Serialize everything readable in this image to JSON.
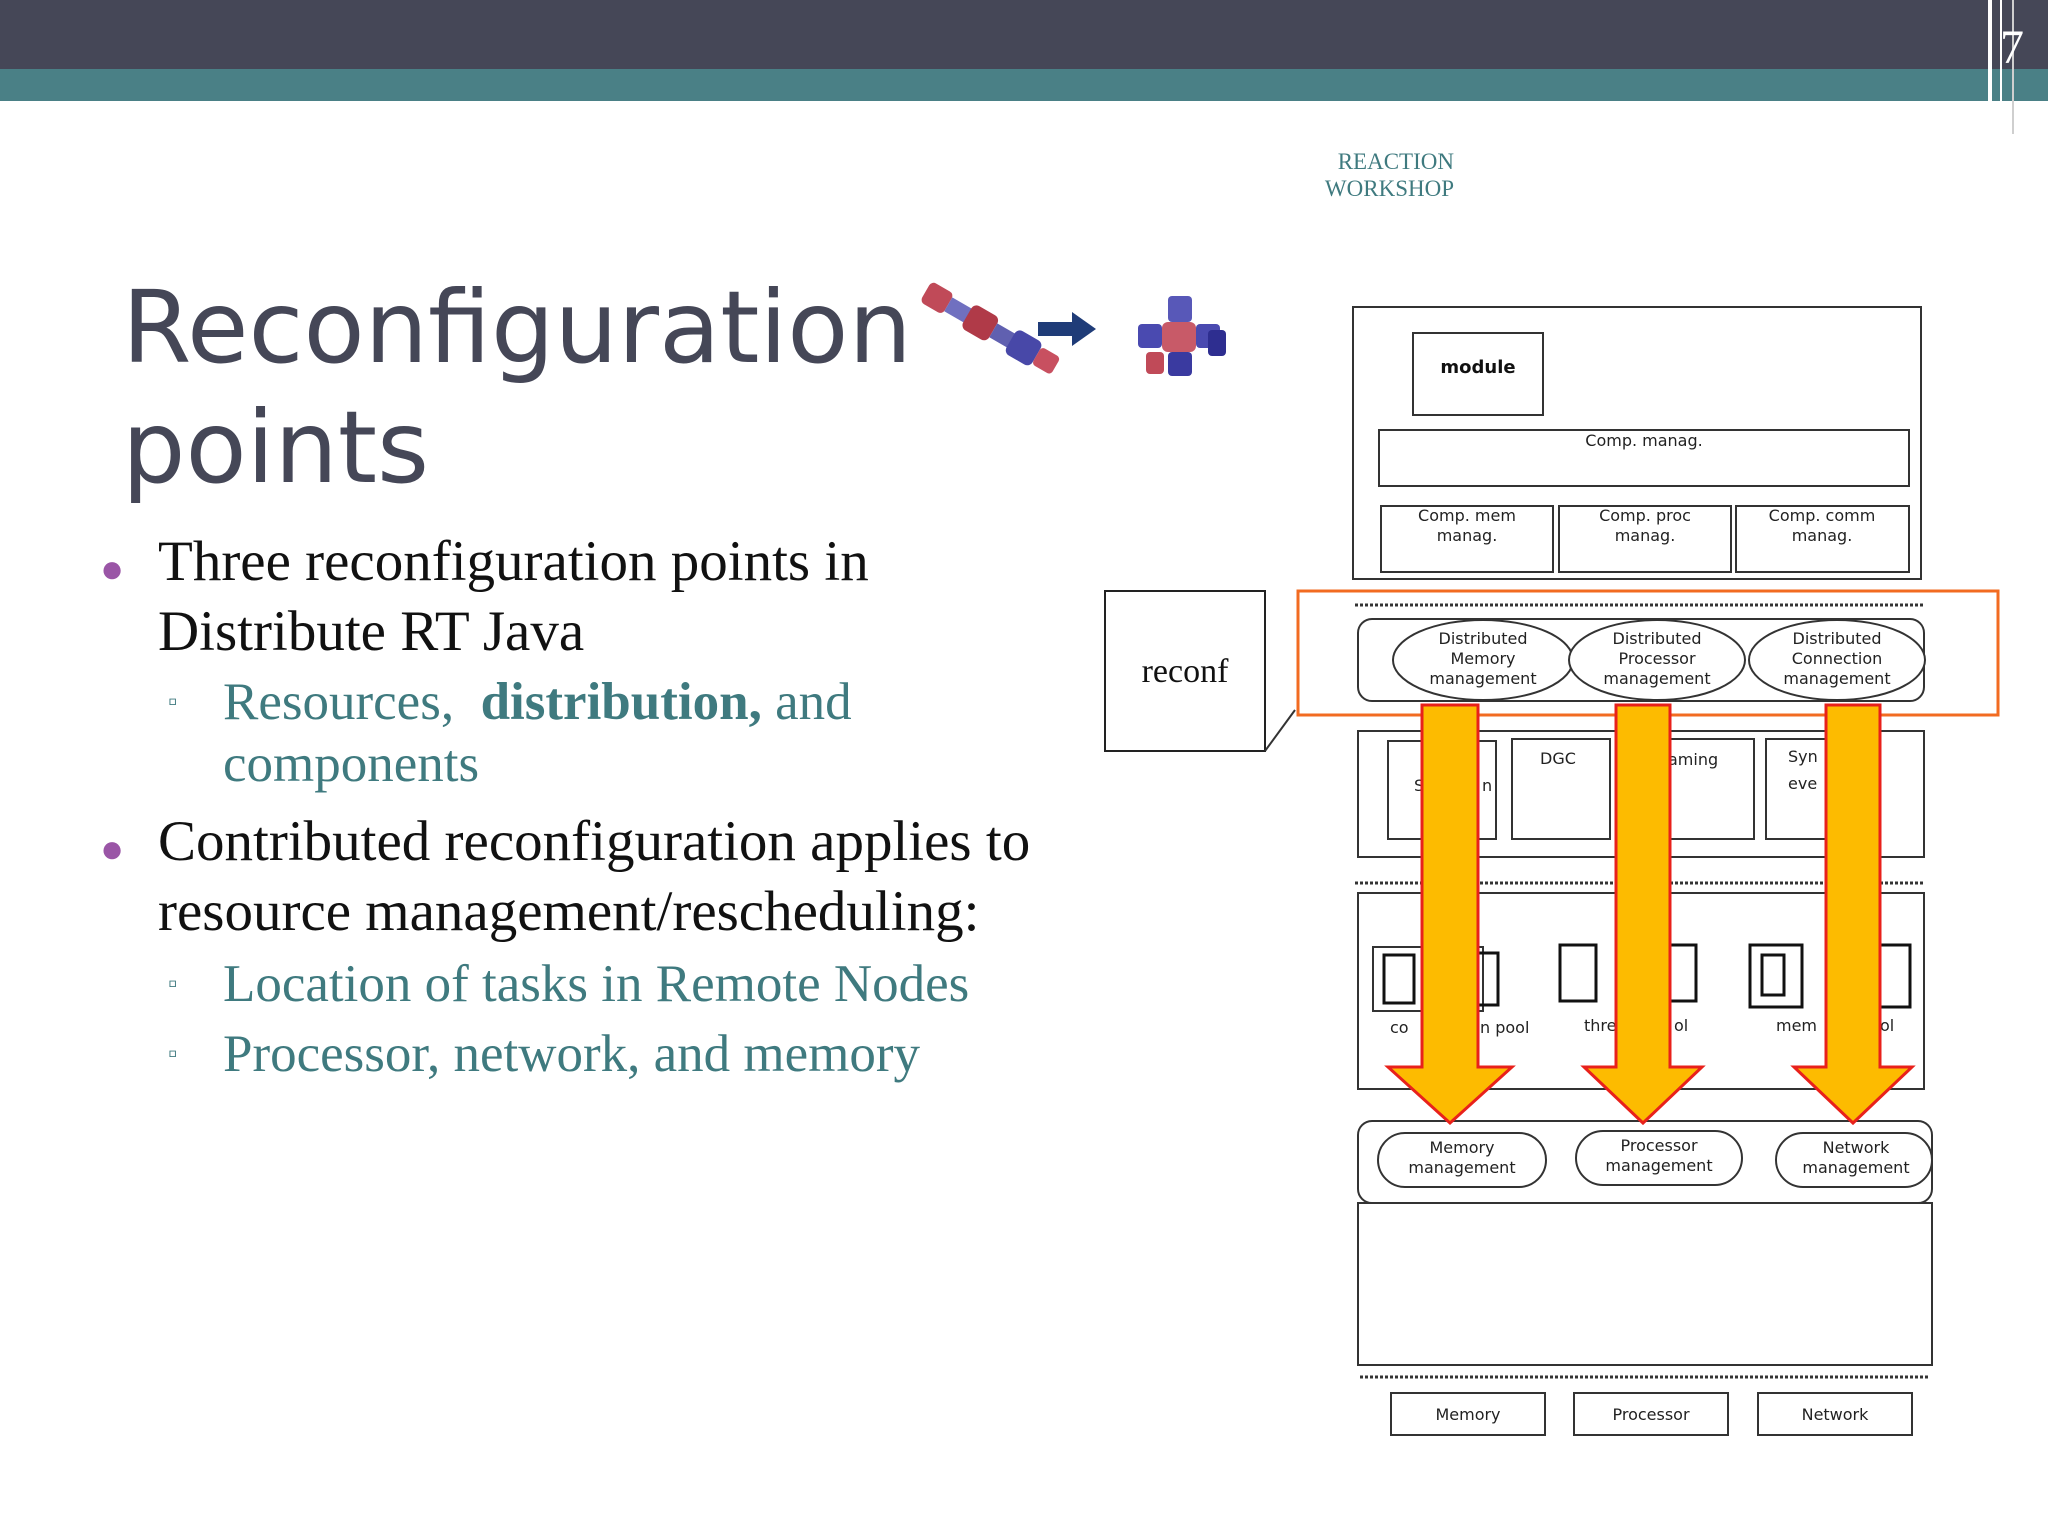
{
  "header": {
    "slide_number": "7",
    "workshop": "REACTION\nWORKSHOP",
    "bar_colors": {
      "top": "#454757",
      "band": "#4a8086"
    }
  },
  "title": {
    "line1": "Reconfiguration",
    "line2": "points"
  },
  "bullets": [
    {
      "text_l1": "Three reconfiguration points in",
      "text_l2": "Distribute RT Java",
      "subs": [
        {
          "pre": "Resources,  ",
          "bold": "distribution,",
          "post": " and",
          "l2": "components"
        }
      ]
    },
    {
      "text_l1": "Contributed reconfiguration applies to",
      "text_l2": "resource management/rescheduling:",
      "subs": [
        {
          "text": "Location of tasks in Remote Nodes"
        },
        {
          "text": "Processor, network, and memory"
        }
      ]
    }
  ],
  "diagram": {
    "reconf_label": "reconf",
    "module": "module",
    "comp_manag": "Comp. manag.",
    "comp_boxes": [
      "Comp. mem\nmanag.",
      "Comp. proc\nmanag.",
      "Comp. comm\nmanag."
    ],
    "distributed": [
      "Distributed\nMemory\nmanagement",
      "Distributed\nProcessor\nmanagement",
      "Distributed\nConnection\nmanagement"
    ],
    "middle_labels": [
      "S",
      "n",
      "DGC",
      "aming",
      "Syn",
      "eve"
    ],
    "pool_labels": [
      "co",
      "n pool",
      "thre",
      "ol",
      "mem",
      "ol"
    ],
    "management": [
      "Memory\nmanagement",
      "Processor\nmanagement",
      "Network\nmanagement"
    ],
    "bottom": [
      "Memory",
      "Processor",
      "Network"
    ],
    "colors": {
      "highlight": "#f26b21",
      "arrow_fill": "#fdbb00",
      "arrow_stroke": "#e8211b"
    }
  }
}
